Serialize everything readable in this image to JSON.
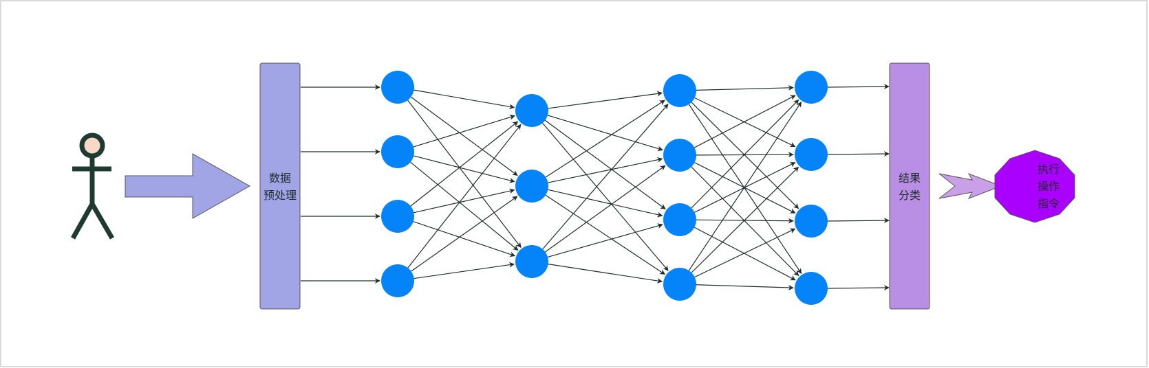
{
  "diagram": {
    "preprocess_box": {
      "line1": "数据",
      "line2": "预处理"
    },
    "classify_box": {
      "line1": "结果",
      "line2": "分类"
    },
    "command_octagon": {
      "line1": "执行",
      "line2": "操作",
      "line3": "指令"
    },
    "network": {
      "layers": [
        4,
        3,
        4,
        4
      ],
      "connections": "fully-connected"
    },
    "colors": {
      "node": "#0484f8",
      "preprocess": "#a1a5e6",
      "classify": "#b98fe6",
      "octagon": "#aa00ff",
      "edge": "#1f2d2a",
      "stick_figure_head": "#f8d9c8"
    },
    "icons": [
      "user-stick-figure-icon",
      "block-arrow-right-icon",
      "notched-arrow-right-icon"
    ]
  }
}
